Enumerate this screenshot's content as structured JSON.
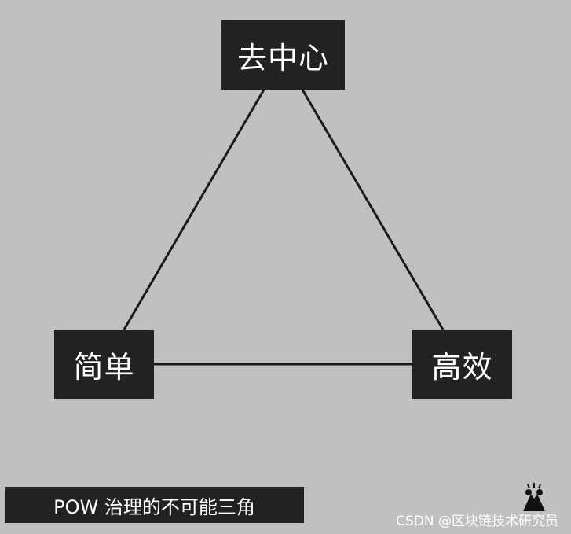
{
  "diagram": {
    "nodes": {
      "top": "去中心",
      "left": "简单",
      "right": "高效"
    },
    "edges": [
      {
        "from": "top",
        "to": "left"
      },
      {
        "from": "top",
        "to": "right"
      },
      {
        "from": "left",
        "to": "right"
      }
    ]
  },
  "caption": "POW 治理的不可能三角",
  "watermark": "CSDN @区块链技术研究员",
  "colors": {
    "background": "#c0c0c0",
    "box": "#222222",
    "text": "#ffffff",
    "line": "#1a1a1a"
  }
}
